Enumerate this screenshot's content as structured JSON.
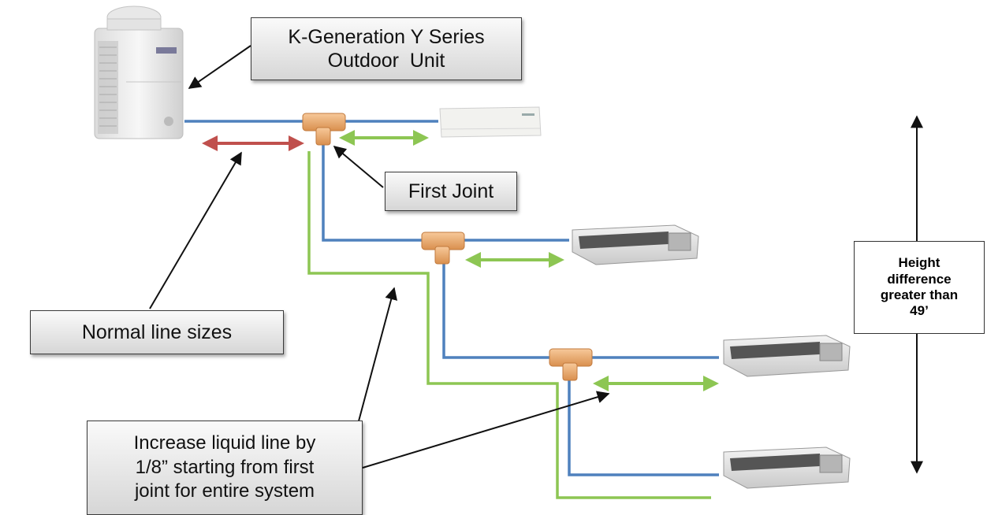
{
  "callouts": {
    "outdoor_unit": [
      "K-Generation Y Series",
      "Outdoor  Unit"
    ],
    "first_joint": "First Joint",
    "normal_lines": "Normal line sizes",
    "increase_liquid": [
      "Increase liquid line by",
      "1/8” starting from first",
      "joint for entire system"
    ]
  },
  "height_box": [
    "Height",
    "difference",
    "greater than",
    "49’"
  ],
  "colors": {
    "pipe_blue": "#4f81bd",
    "liquid_green": "#8dc653",
    "normal_red": "#c0504d",
    "joint_copper": "#e8a86a",
    "callout_border": "#3a3a3a",
    "arrow_black": "#111111"
  },
  "icons": [
    "outdoor-unit-icon",
    "wall-indoor-unit-icon",
    "ducted-indoor-unit-icon",
    "branch-joint-icon"
  ]
}
